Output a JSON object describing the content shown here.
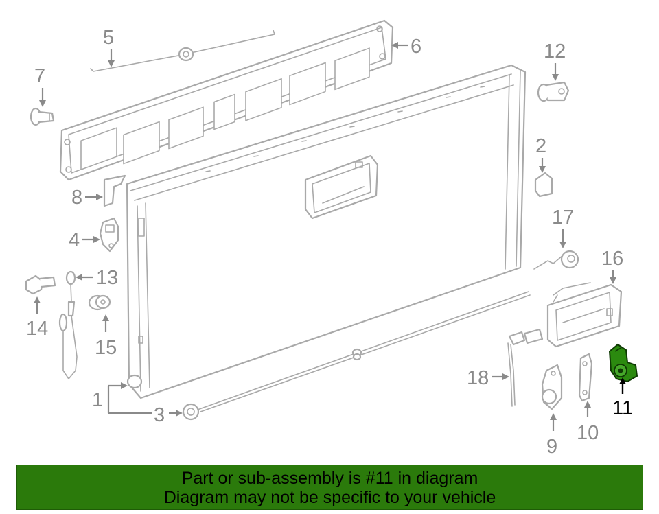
{
  "diagram": {
    "callouts": {
      "c1": "1",
      "c2": "2",
      "c3": "3",
      "c4": "4",
      "c5": "5",
      "c6": "6",
      "c7": "7",
      "c8": "8",
      "c9": "9",
      "c10": "10",
      "c11": "11",
      "c12": "12",
      "c13": "13",
      "c14": "14",
      "c15": "15",
      "c16": "16",
      "c17": "17",
      "c18": "18"
    },
    "highlighted_part": "11",
    "colors": {
      "highlight_fill": "#2b8a0f",
      "line": "#a9a9a9",
      "callout_text": "#8a8a8a",
      "banner": "#2b7a0b"
    }
  },
  "banner": {
    "line1": "Part or sub-assembly is #11 in diagram",
    "line2": "Diagram may not be specific to your vehicle"
  }
}
